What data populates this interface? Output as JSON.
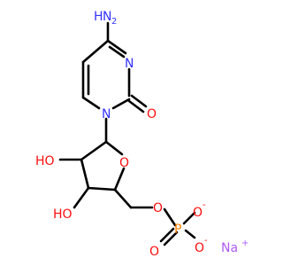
{
  "colors": {
    "bond": "#000000",
    "nitrogen": "#3333ff",
    "oxygen": "#ff0d0d",
    "phosphorus": "#ff8000",
    "sodium": "#ab5cf2",
    "carbon": "#000000"
  },
  "atoms": {
    "amine_h": "H",
    "amine_n": "N",
    "amine_sub": "2",
    "ring_n3": "N",
    "ring_n1": "N",
    "carbonyl_o": "O",
    "ring_o": "O",
    "hydroxyl_2": "HO",
    "hydroxyl_3": "HO",
    "ether_o": "O",
    "phosphorus": "P",
    "phosphoryl_o": "O",
    "anion_o_top": "O",
    "anion_o_bottom": "O",
    "minus_sign": "-",
    "sodium": "Na",
    "plus_sign": "+"
  }
}
